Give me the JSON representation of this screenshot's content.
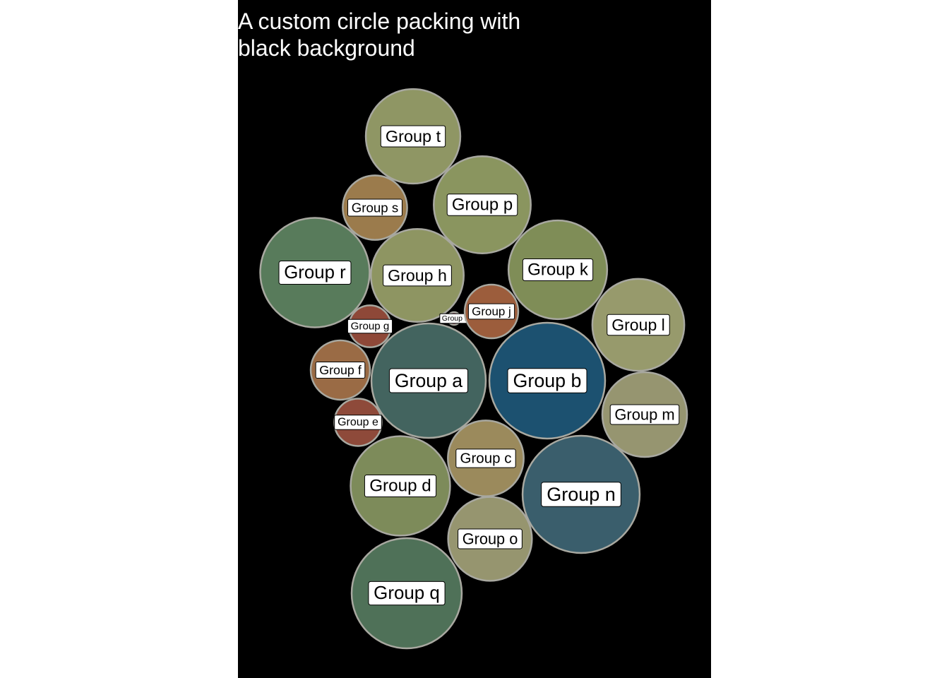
{
  "chart_data": {
    "type": "circle-packing",
    "title": "A custom circle packing with black background",
    "background": "#000000",
    "border_color": "#a8a8a0",
    "series": [
      {
        "name": "Group a",
        "value": 82,
        "color": "#43645f"
      },
      {
        "name": "Group b",
        "value": 84,
        "color": "#1c5170"
      },
      {
        "name": "Group c",
        "value": 36,
        "color": "#9b8a5c"
      },
      {
        "name": "Group d",
        "value": 62,
        "color": "#7d8b5a"
      },
      {
        "name": "Group e",
        "value": 14,
        "color": "#8e4a3a"
      },
      {
        "name": "Group f",
        "value": 22,
        "color": "#9a6b45"
      },
      {
        "name": "Group g",
        "value": 11,
        "color": "#8e4838"
      },
      {
        "name": "Group h",
        "value": 54,
        "color": "#8e9562"
      },
      {
        "name": "Group i",
        "value": 1,
        "color": "#7f2e3e"
      },
      {
        "name": "Group j",
        "value": 18,
        "color": "#9c5d3c"
      },
      {
        "name": "Group k",
        "value": 61,
        "color": "#7f8d57"
      },
      {
        "name": "Group l",
        "value": 53,
        "color": "#979a6c"
      },
      {
        "name": "Group m",
        "value": 45,
        "color": "#969570"
      },
      {
        "name": "Group n",
        "value": 86,
        "color": "#3a5e6c"
      },
      {
        "name": "Group o",
        "value": 44,
        "color": "#96956f"
      },
      {
        "name": "Group p",
        "value": 59,
        "color": "#8a955f"
      },
      {
        "name": "Group q",
        "value": 76,
        "color": "#4f7158"
      },
      {
        "name": "Group r",
        "value": 75,
        "color": "#587b5b"
      },
      {
        "name": "Group s",
        "value": 26,
        "color": "#9b7b4c"
      },
      {
        "name": "Group t",
        "value": 56,
        "color": "#8f9664"
      }
    ]
  }
}
